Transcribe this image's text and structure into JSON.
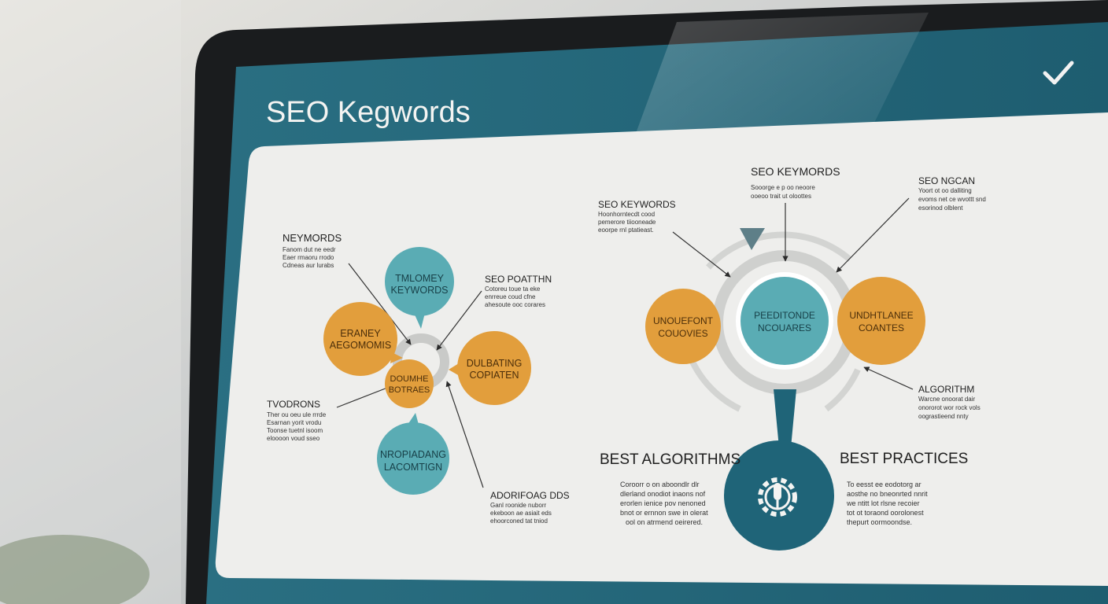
{
  "screen": {
    "title": "SEO Kegwords",
    "check_icon": "checkmark-icon"
  },
  "colors": {
    "teal_dark": "#1f6478",
    "teal_light": "#5aacb4",
    "orange": "#e29e3c",
    "panel": "#eeeeec",
    "text": "#1e1e1e"
  },
  "left_diagram": {
    "bubbles": [
      {
        "id": "teal-top",
        "line1": "TMLOMEY",
        "line2": "KEYWORDS"
      },
      {
        "id": "orange-left",
        "line1": "ERANEY",
        "line2": "AEGOMOMIS"
      },
      {
        "id": "orange-right",
        "line1": "DULBATING",
        "line2": "COPIATEN"
      },
      {
        "id": "orange-center",
        "line1": "DOUMHE",
        "line2": "BOTRAES"
      },
      {
        "id": "teal-bottom",
        "line1": "NROPIADANG",
        "line2": "LACOMTIGN"
      }
    ],
    "labels": [
      {
        "id": "keymords",
        "title": "NEYMORDS",
        "body": [
          "Fanom dut ne eedr",
          "Eaer rmaoru rrodo",
          "Cdneas aur lurabs"
        ]
      },
      {
        "id": "seo-poatthn",
        "title": "SEO POATTHN",
        "body": [
          "Cotoreu toue ta eke",
          "enrreue coud cfne",
          "ahesoute ooc corares"
        ]
      },
      {
        "id": "tvodrons",
        "title": "TVODRONS",
        "body": [
          "Ther ou oeu ule rrrde",
          "Esarnan yorit vrodu",
          "Toonse tuetnl isoom",
          "eloooon voud sseo"
        ]
      },
      {
        "id": "adorifoag",
        "title": "ADORIFOAG DDS",
        "body": [
          "Ganl roonide nuborr",
          "ekeboon ae asiait eds",
          "ehoorconed tat tniod"
        ]
      }
    ]
  },
  "right_diagram": {
    "center": {
      "line1": "PEEDITONDE",
      "line2": "NCOUARES"
    },
    "left_bubble": {
      "line1": "UNOUEFONT",
      "line2": "COUOVIES"
    },
    "right_bubble": {
      "line1": "UNDHTLANEE",
      "line2": "COANTES"
    },
    "icon": "gear-tool-icon",
    "labels": [
      {
        "id": "seo-keywords",
        "title": "SEO KEYWORDS",
        "body": [
          "Hoonhorntecdt cood",
          "pemerore tiiooneade",
          "eoorpe rnl ptatieast."
        ]
      },
      {
        "id": "seo-keymords-top",
        "title": "SEO KEYMORDS",
        "body": [
          "Sooorge e p oo neoore",
          "ooeoo trait ut oloottes"
        ]
      },
      {
        "id": "seo-ngcan",
        "title": "SEO NGCAN",
        "body": [
          "Yoort ot oo dalliting",
          "evoms net ce wvottt snd",
          "esorinod olblent"
        ]
      },
      {
        "id": "algorithm",
        "title": "ALGORITHM",
        "body": [
          "Warcne onoorat dair",
          "onororot wor rock vols",
          "oograstieend nnty"
        ]
      }
    ],
    "sections": [
      {
        "id": "best-algorithms",
        "title": "BEST ALGORITHMS",
        "body": [
          "Coroorr o on aboondlr dlr",
          "dlerland onodiot inaons nof",
          "erorlen ienice pov nenoned",
          "bnot or ernnon swe in olerat",
          "ool on atrmend oeirered."
        ]
      },
      {
        "id": "best-practices",
        "title": "BEST PRACTICES",
        "body": [
          "To eesst ee eodotorg ar",
          "aosthe no bneonrted nnrit",
          "we ntitt lot rlsne recoier",
          "tot ot toraond oorolonest",
          "thepurt oormoondse."
        ]
      }
    ]
  }
}
